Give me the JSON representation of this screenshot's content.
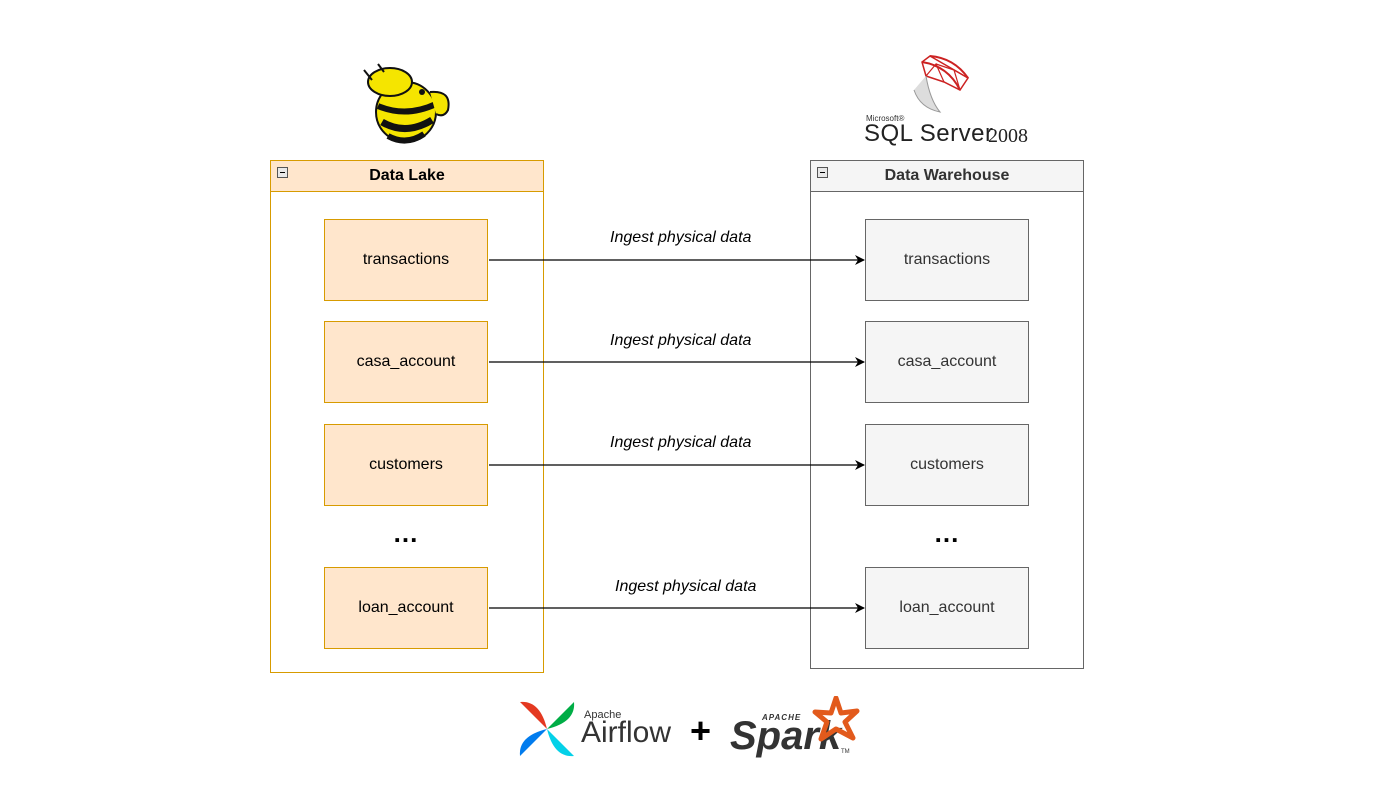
{
  "data_lake": {
    "title": "Data Lake",
    "tables": [
      "transactions",
      "casa_account",
      "customers",
      "loan_account"
    ],
    "ellipsis": "..."
  },
  "data_warehouse": {
    "title": "Data Warehouse",
    "tables": [
      "transactions",
      "casa_account",
      "customers",
      "loan_account"
    ],
    "ellipsis": "..."
  },
  "edges": [
    "Ingest physical data",
    "Ingest physical data",
    "Ingest physical data",
    "Ingest physical data"
  ],
  "logos": {
    "sql_server": {
      "brand": "Microsoft®",
      "name": "SQL Server",
      "year": "2008"
    },
    "airflow": {
      "small": "Apache",
      "name": "Airflow"
    },
    "plus": "+",
    "spark": {
      "small": "APACHE",
      "name": "Spark",
      "tm": "TM"
    }
  },
  "colors": {
    "lake_fill": "#ffe6cc",
    "lake_stroke": "#d79b00",
    "warehouse_fill": "#f5f5f5",
    "warehouse_stroke": "#666666",
    "hive_yellow": "#f5e500",
    "sql_red": "#cc2222",
    "spark_orange": "#e25a1c"
  }
}
